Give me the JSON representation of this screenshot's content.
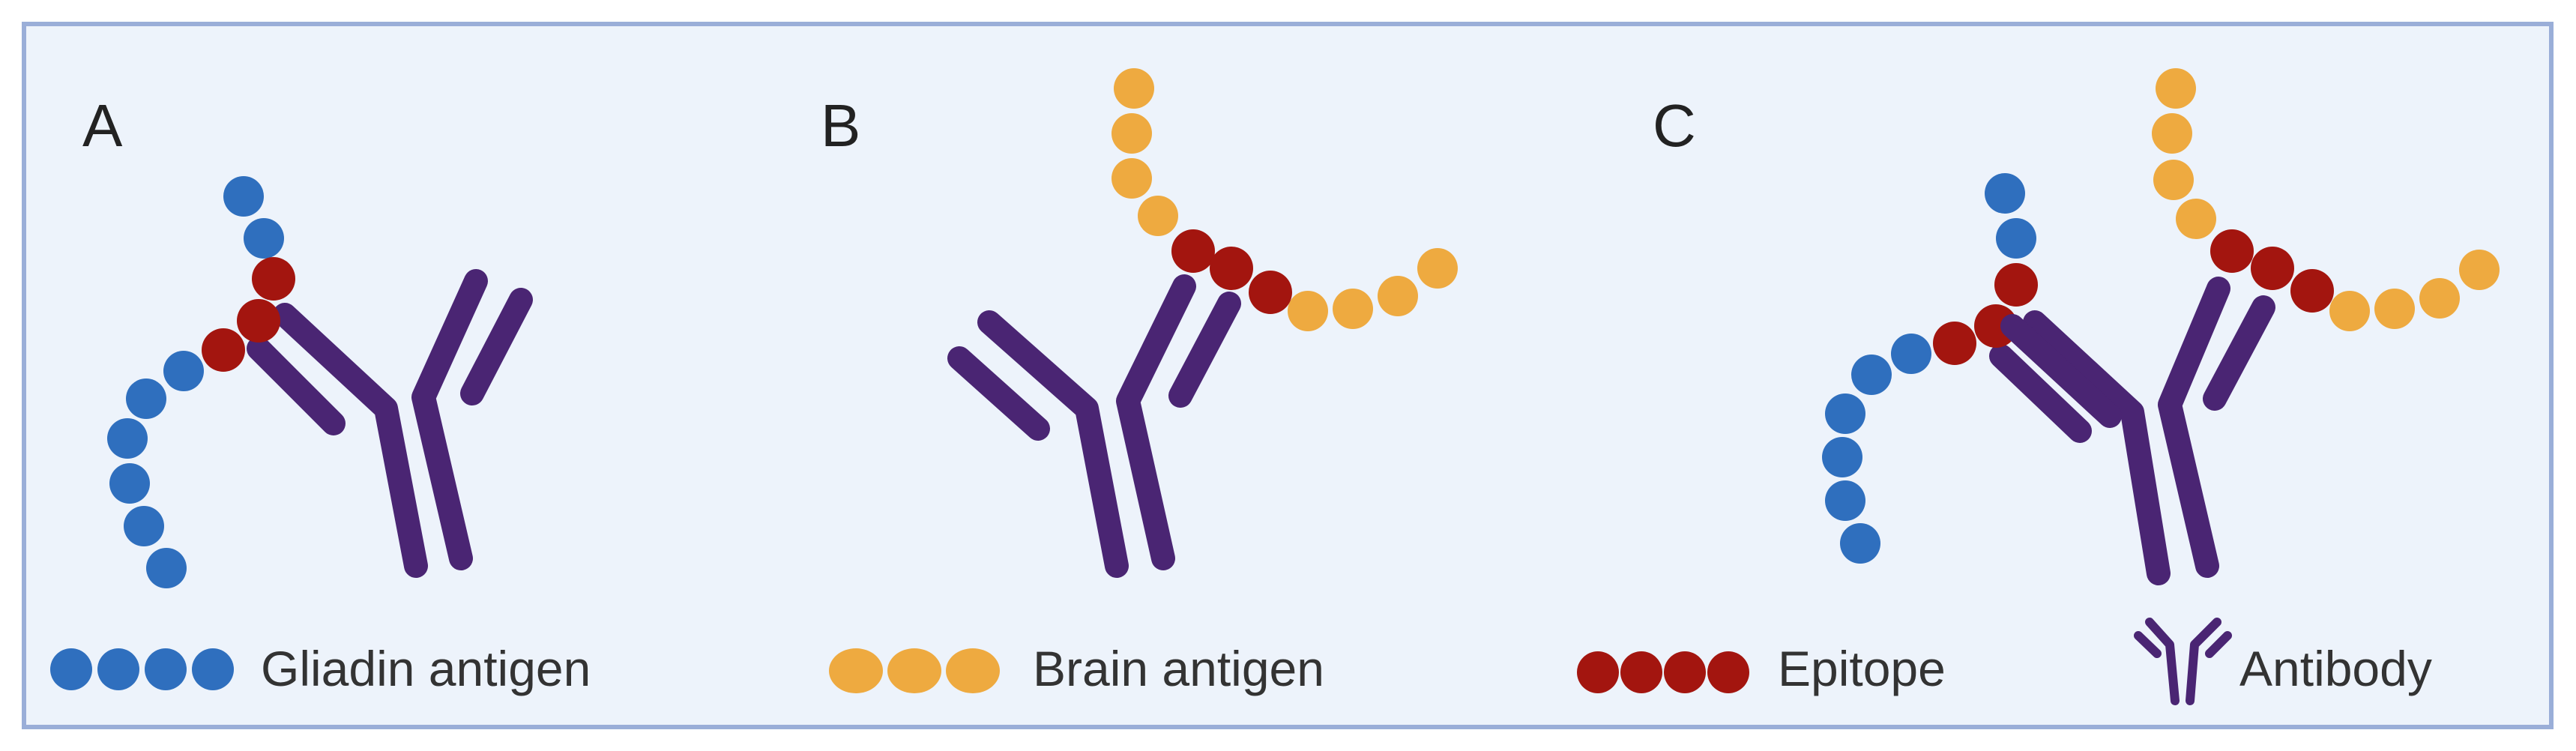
{
  "panels": [
    {
      "label": "A"
    },
    {
      "label": "B"
    },
    {
      "label": "C"
    }
  ],
  "legend": {
    "gliadin": "Gliadin antigen",
    "brain": "Brain antigen",
    "epitope": "Epitope",
    "antibody": "Antibody"
  },
  "colors": {
    "background": "#edf3fb",
    "frame": "#9aaed8",
    "gliadin": "#2f6fbe",
    "brain": "#eeaa40",
    "epitope": "#a3150f",
    "antibody": "#4a2573",
    "text": "#333333"
  }
}
